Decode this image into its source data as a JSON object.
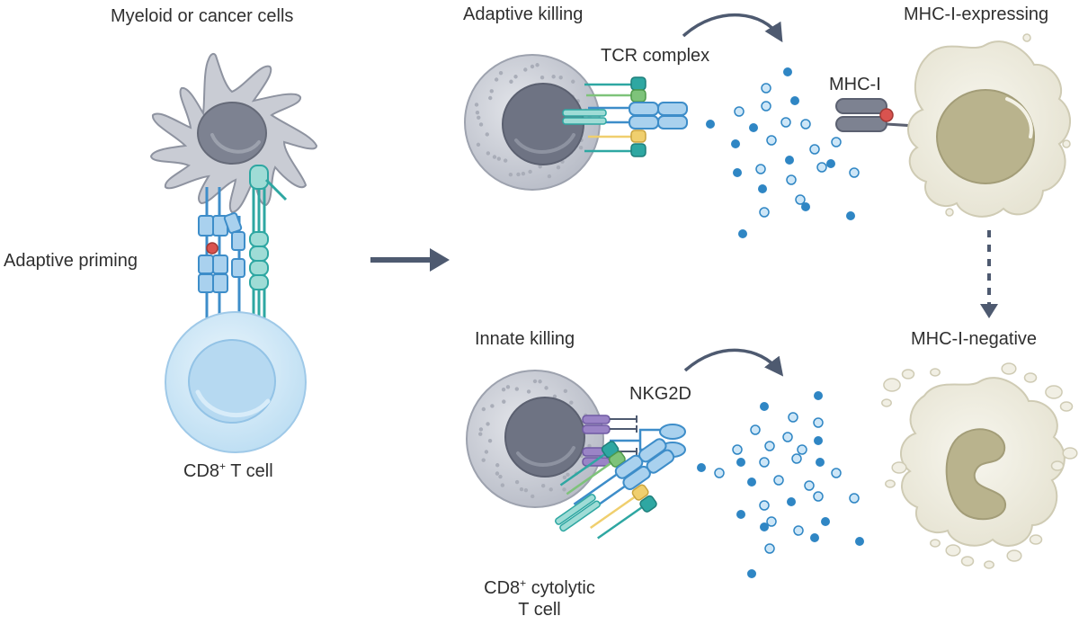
{
  "labels": {
    "myeloid_or_cancer_cells": "Myeloid or cancer cells",
    "adaptive_priming": "Adaptive priming",
    "cd8_t_cell_prefix": "CD8",
    "cd8_t_cell_sup": "+",
    "cd8_t_cell_suffix": " T cell",
    "adaptive_killing": "Adaptive killing",
    "tcr_complex": "TCR complex",
    "mhc_i": "MHC-I",
    "mhc_i_expressing": "MHC-I-expressing",
    "innate_killing": "Innate killing",
    "nkg2d": "NKG2D",
    "mhc_i_negative": "MHC-I-negative",
    "cd8_cytolytic_prefix": "CD8",
    "cd8_cytolytic_sup": "+",
    "cd8_cytolytic_suffix": " cytolytic",
    "cd8_cytolytic_line2": "T cell"
  },
  "colors": {
    "t_cell_fill": "#d6e9f7",
    "t_cell_stroke": "#9fc9e8",
    "t_cell_nucleus": "#b6d9f1",
    "myeloid_fill": "#c9ccd4",
    "myeloid_stroke": "#8e93a0",
    "myeloid_nucleus": "#7d8291",
    "ctl_body": "#c9ccd4",
    "ctl_nucleus": "#6e7383",
    "receptor_blue": "#3d8dc9",
    "receptor_light": "#a9d1ee",
    "receptor_teal": "#2ea7a2",
    "teal_light": "#9fdcd6",
    "green": "#7ec37a",
    "yellow": "#f0cf6e",
    "purple": "#9a84c6",
    "antigen_red": "#d9534f",
    "granule_dark": "#2f86c4",
    "granule_light": "#cde6f7",
    "target_body": "#f1efe4",
    "target_nucleus": "#b9b38d",
    "arrow": "#4e5a70"
  },
  "icons": [
    "myeloid-cell-icon",
    "cd8-t-cell-icon",
    "cytolytic-t-cell-icon",
    "tcr-complex-icon",
    "nkg2d-receptor-icon",
    "mhc-i-icon",
    "granule-cluster-icon",
    "target-cell-icon",
    "apoptotic-cell-icon"
  ]
}
